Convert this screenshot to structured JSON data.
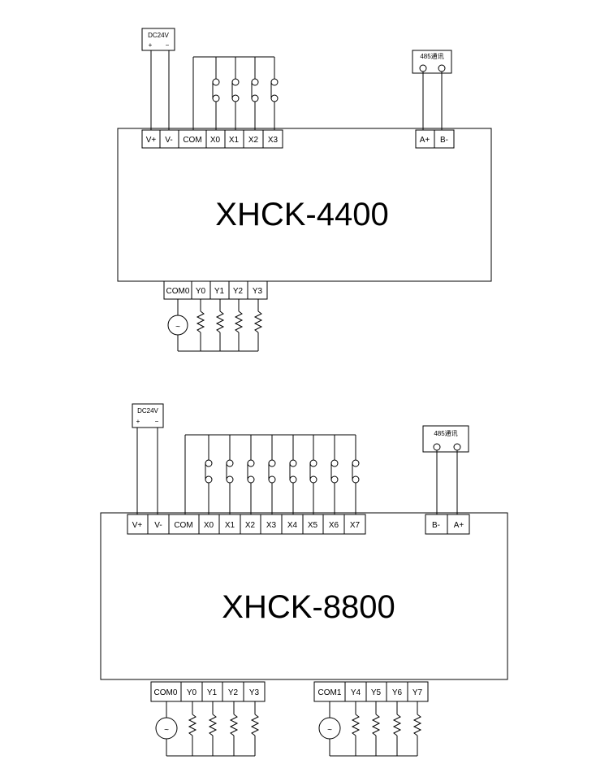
{
  "diagrams": [
    {
      "model": "XHCK-4400",
      "power": {
        "label": "DC24V",
        "plus": "+",
        "minus": "−"
      },
      "comm": {
        "label": "485通讯"
      },
      "top_terminals": [
        "V+",
        "V-",
        "COM",
        "X0",
        "X1",
        "X2",
        "X3"
      ],
      "comm_terminals": [
        "A+",
        "B-"
      ],
      "output_groups": [
        {
          "terminals": [
            "COM0",
            "Y0",
            "Y1",
            "Y2",
            "Y3"
          ]
        }
      ],
      "ac_symbol": "~"
    },
    {
      "model": "XHCK-8800",
      "power": {
        "label": "DC24V",
        "plus": "+",
        "minus": "−"
      },
      "comm": {
        "label": "485通讯"
      },
      "top_terminals": [
        "V+",
        "V-",
        "COM",
        "X0",
        "X1",
        "X2",
        "X3",
        "X4",
        "X5",
        "X6",
        "X7"
      ],
      "comm_terminals": [
        "B-",
        "A+"
      ],
      "output_groups": [
        {
          "terminals": [
            "COM0",
            "Y0",
            "Y1",
            "Y2",
            "Y3"
          ]
        },
        {
          "terminals": [
            "COM1",
            "Y4",
            "Y5",
            "Y6",
            "Y7"
          ]
        }
      ],
      "ac_symbol": "~"
    }
  ]
}
